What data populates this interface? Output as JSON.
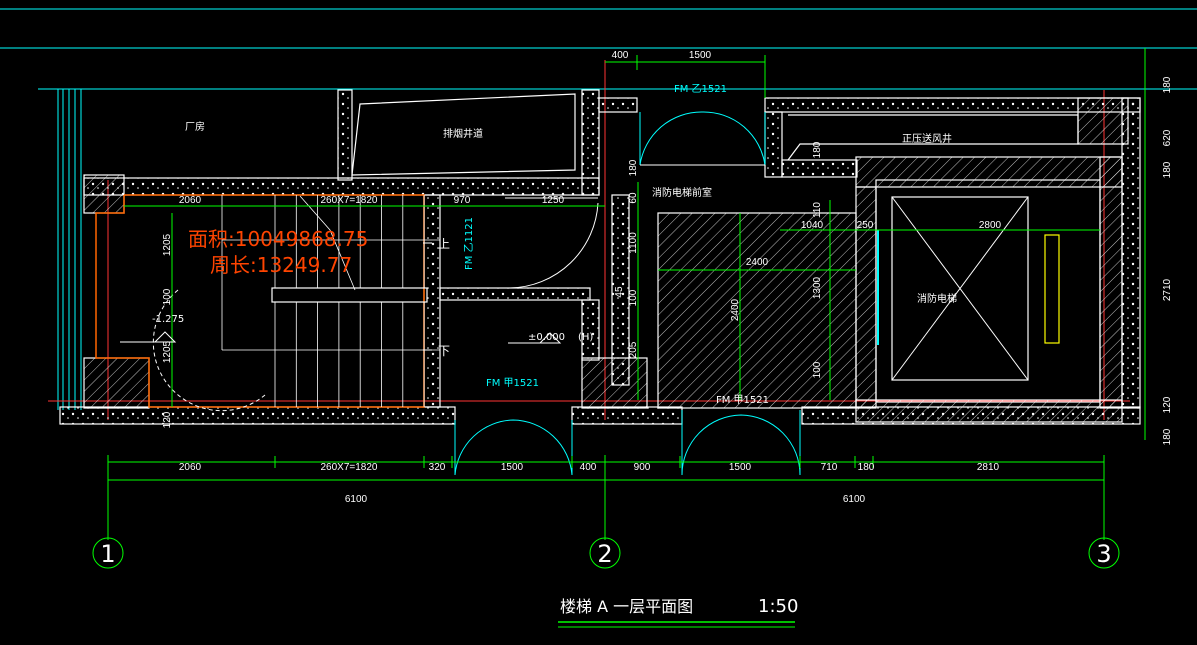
{
  "colors": {
    "background": "#000000",
    "wall": "#ffffff",
    "dimension": "#00ff00",
    "door": "#00ffff",
    "axis": "#ff3333",
    "area_outline": "#ff6600",
    "area_text": "#ff4400",
    "elevator": "#ffff00"
  },
  "title": {
    "name": "楼梯    A   一层平面图",
    "scale": "1:50"
  },
  "axes": {
    "a1": "1",
    "a2": "2",
    "a3": "3"
  },
  "rooms": {
    "factory": "厂房",
    "shaft_room": "排烟井道",
    "fire_lobby": "消防电梯前室",
    "pressure_shaft": "正压送风井",
    "fire_elevator": "消防电梯"
  },
  "area_info": {
    "area": "面积:10049868.75",
    "perimeter": "周长:13249.77"
  },
  "stair": {
    "up": "上",
    "down": "下",
    "elev_stair": "-1.275",
    "elev_floor": "±0.000",
    "elev_floor_tag": "(H)"
  },
  "doors": {
    "fm_yi_top": "FM 乙1521",
    "fm_yi_side": "FM 乙1121",
    "fm_jia_stair": "FM 甲1521",
    "fm_jia_lobby": "FM 甲1521"
  },
  "dims": {
    "top_400": "400",
    "top_1500": "1500",
    "d_2060_top": "2060",
    "d_1820_top": "260X7=1820",
    "d_970": "970",
    "d_1250": "1250",
    "d_2400": "2400",
    "d_2400_v": "2400",
    "d_1040": "1040",
    "d_250": "250",
    "d_2800": "2800",
    "v_1205a": "1205",
    "v_100": "100",
    "v_1205b": "1205",
    "v_120": "120",
    "v_180a": "180",
    "v_60": "60",
    "v_1100": "1100",
    "v_45": "45",
    "v_100b": "100",
    "v_205": "205",
    "v_110": "110",
    "v_1300": "1300",
    "v_100c": "100",
    "v_180b": "180",
    "r_180a": "180",
    "r_620": "620",
    "r_180b": "180",
    "r_2710": "2710",
    "r_120": "120",
    "r_180c": "180",
    "b_2060": "2060",
    "b_1820": "260X7=1820",
    "b_320": "320",
    "b_1500a": "1500",
    "b_400": "400",
    "b_900": "900",
    "b_1500b": "1500",
    "b_710": "710",
    "b_180": "180",
    "b_2810": "2810",
    "b_6100a": "6100",
    "b_6100b": "6100"
  }
}
